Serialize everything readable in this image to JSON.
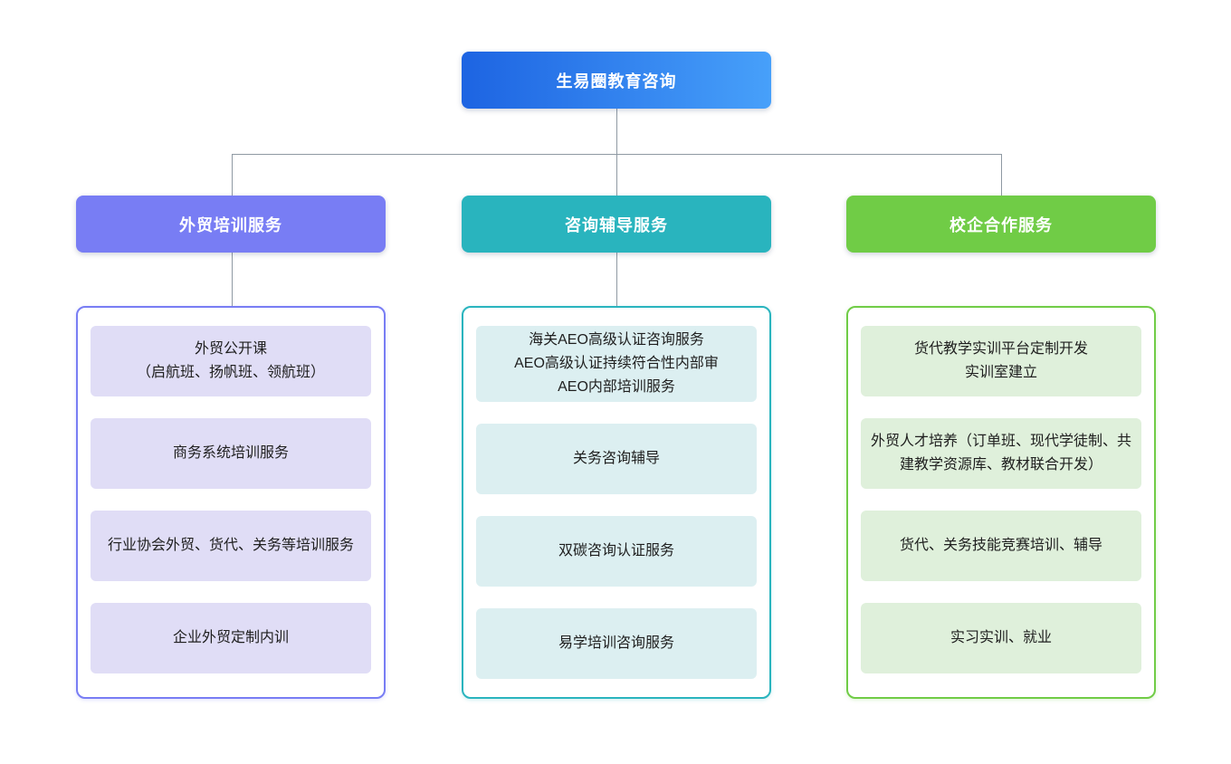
{
  "diagram": {
    "root": {
      "label": "生易圈教育咨询"
    },
    "branches": [
      {
        "label": "外贸培训服务",
        "items": [
          {
            "text": "外贸公开课\n（启航班、扬帆班、领航班）"
          },
          {
            "text": "商务系统培训服务"
          },
          {
            "text": "行业协会外贸、货代、关务等培训服务"
          },
          {
            "text": "企业外贸定制内训"
          }
        ]
      },
      {
        "label": "咨询辅导服务",
        "items": [
          {
            "text": "海关AEO高级认证咨询服务\nAEO高级认证持续符合性内部审\nAEO内部培训服务"
          },
          {
            "text": "关务咨询辅导"
          },
          {
            "text": "双碳咨询认证服务"
          },
          {
            "text": "易学培训咨询服务"
          }
        ]
      },
      {
        "label": "校企合作服务",
        "items": [
          {
            "text": "货代教学实训平台定制开发\n实训室建立"
          },
          {
            "text": "外贸人才培养（订单班、现代学徒制、共建教学资源库、教材联合开发）"
          },
          {
            "text": "货代、关务技能竞赛培训、辅导"
          },
          {
            "text": "实习实训、就业"
          }
        ]
      }
    ]
  },
  "colors": {
    "root_gradient_start": "#1D64E2",
    "root_gradient_end": "#47A0FA",
    "purple": "#787DF4",
    "purple_light": "#E0DDF6",
    "teal": "#29B4BE",
    "teal_light": "#DCEFF1",
    "green": "#70CC46",
    "green_light": "#DFF0DB",
    "connector": "#8F99A3",
    "text_dark": "#1F1F1F",
    "panel_bg": "#FFFFFF"
  }
}
